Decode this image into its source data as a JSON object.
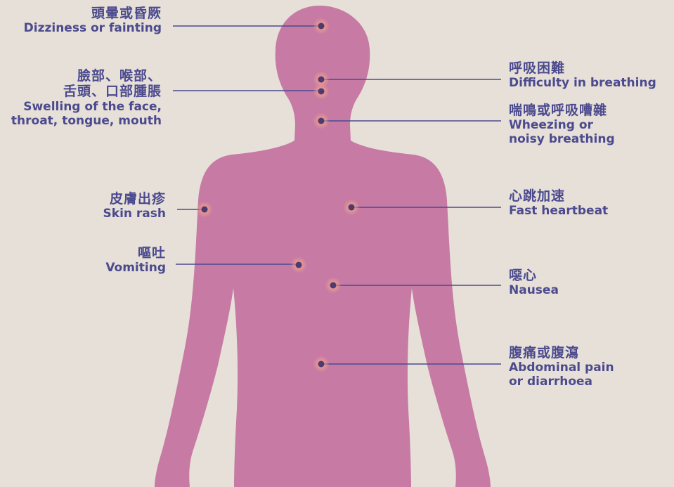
{
  "colors": {
    "background": "#e7e0d8",
    "body": "#c67aa4",
    "text": "#4b4a8e",
    "leader_line": "#4b4a8e",
    "marker_dot": "#4e3a6e",
    "marker_glow": "#f0a08c"
  },
  "symptoms": {
    "dizziness": {
      "zh": "頭暈或昏厥",
      "en": "Dizziness or fainting"
    },
    "swelling": {
      "zh1": "臉部、喉部、",
      "zh2": "舌頭、口部腫脹",
      "en1": "Swelling of the face,",
      "en2": "throat, tongue, mouth"
    },
    "skin_rash": {
      "zh": "皮膚出疹",
      "en": "Skin rash"
    },
    "vomiting": {
      "zh": "嘔吐",
      "en": "Vomiting"
    },
    "breathing": {
      "zh": "呼吸困難",
      "en": "Difficulty in breathing"
    },
    "wheezing": {
      "zh": "喘鳴或呼吸嘈雜",
      "en1": "Wheezing or",
      "en2": "noisy breathing"
    },
    "heartbeat": {
      "zh": "心跳加速",
      "en": "Fast heartbeat"
    },
    "nausea": {
      "zh": "噁心",
      "en": "Nausea"
    },
    "abdominal": {
      "zh": "腹痛或腹瀉",
      "en1": "Abdominal pain",
      "en2": "or diarrhoea"
    }
  }
}
